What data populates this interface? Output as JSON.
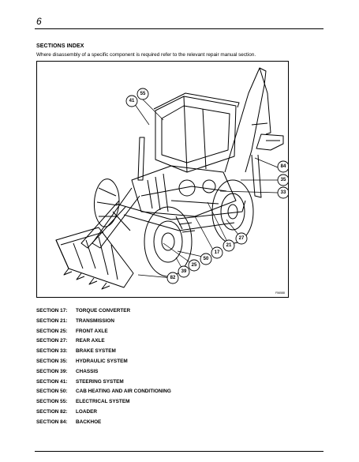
{
  "page": {
    "number": "6",
    "title": "SECTIONS INDEX",
    "intro": "Where disassembly of a specific component is required refer to the relevant repair manual section."
  },
  "figure": {
    "code": "F56588",
    "callouts": [
      "55",
      "41",
      "84",
      "35",
      "33",
      "27",
      "21",
      "17",
      "50",
      "25",
      "39",
      "82"
    ]
  },
  "sections": [
    {
      "number": "SECTION 17:",
      "name": "TORQUE CONVERTER"
    },
    {
      "number": "SECTION 21:",
      "name": "TRANSMISSION"
    },
    {
      "number": "SECTION 25:",
      "name": "FRONT AXLE"
    },
    {
      "number": "SECTION 27:",
      "name": "REAR AXLE"
    },
    {
      "number": "SECTION 33:",
      "name": "BRAKE SYSTEM"
    },
    {
      "number": "SECTION 35:",
      "name": "HYDRAULIC SYSTEM"
    },
    {
      "number": "SECTION 39:",
      "name": "CHASSIS"
    },
    {
      "number": "SECTION 41:",
      "name": "STEERING SYSTEM"
    },
    {
      "number": "SECTION 50:",
      "name": "CAB HEATING AND AIR CONDITIONING"
    },
    {
      "number": "SECTION 55:",
      "name": "ELECTRICAL SYSTEM"
    },
    {
      "number": "SECTION 82:",
      "name": "LOADER"
    },
    {
      "number": "SECTION 84:",
      "name": "BACKHOE"
    }
  ]
}
